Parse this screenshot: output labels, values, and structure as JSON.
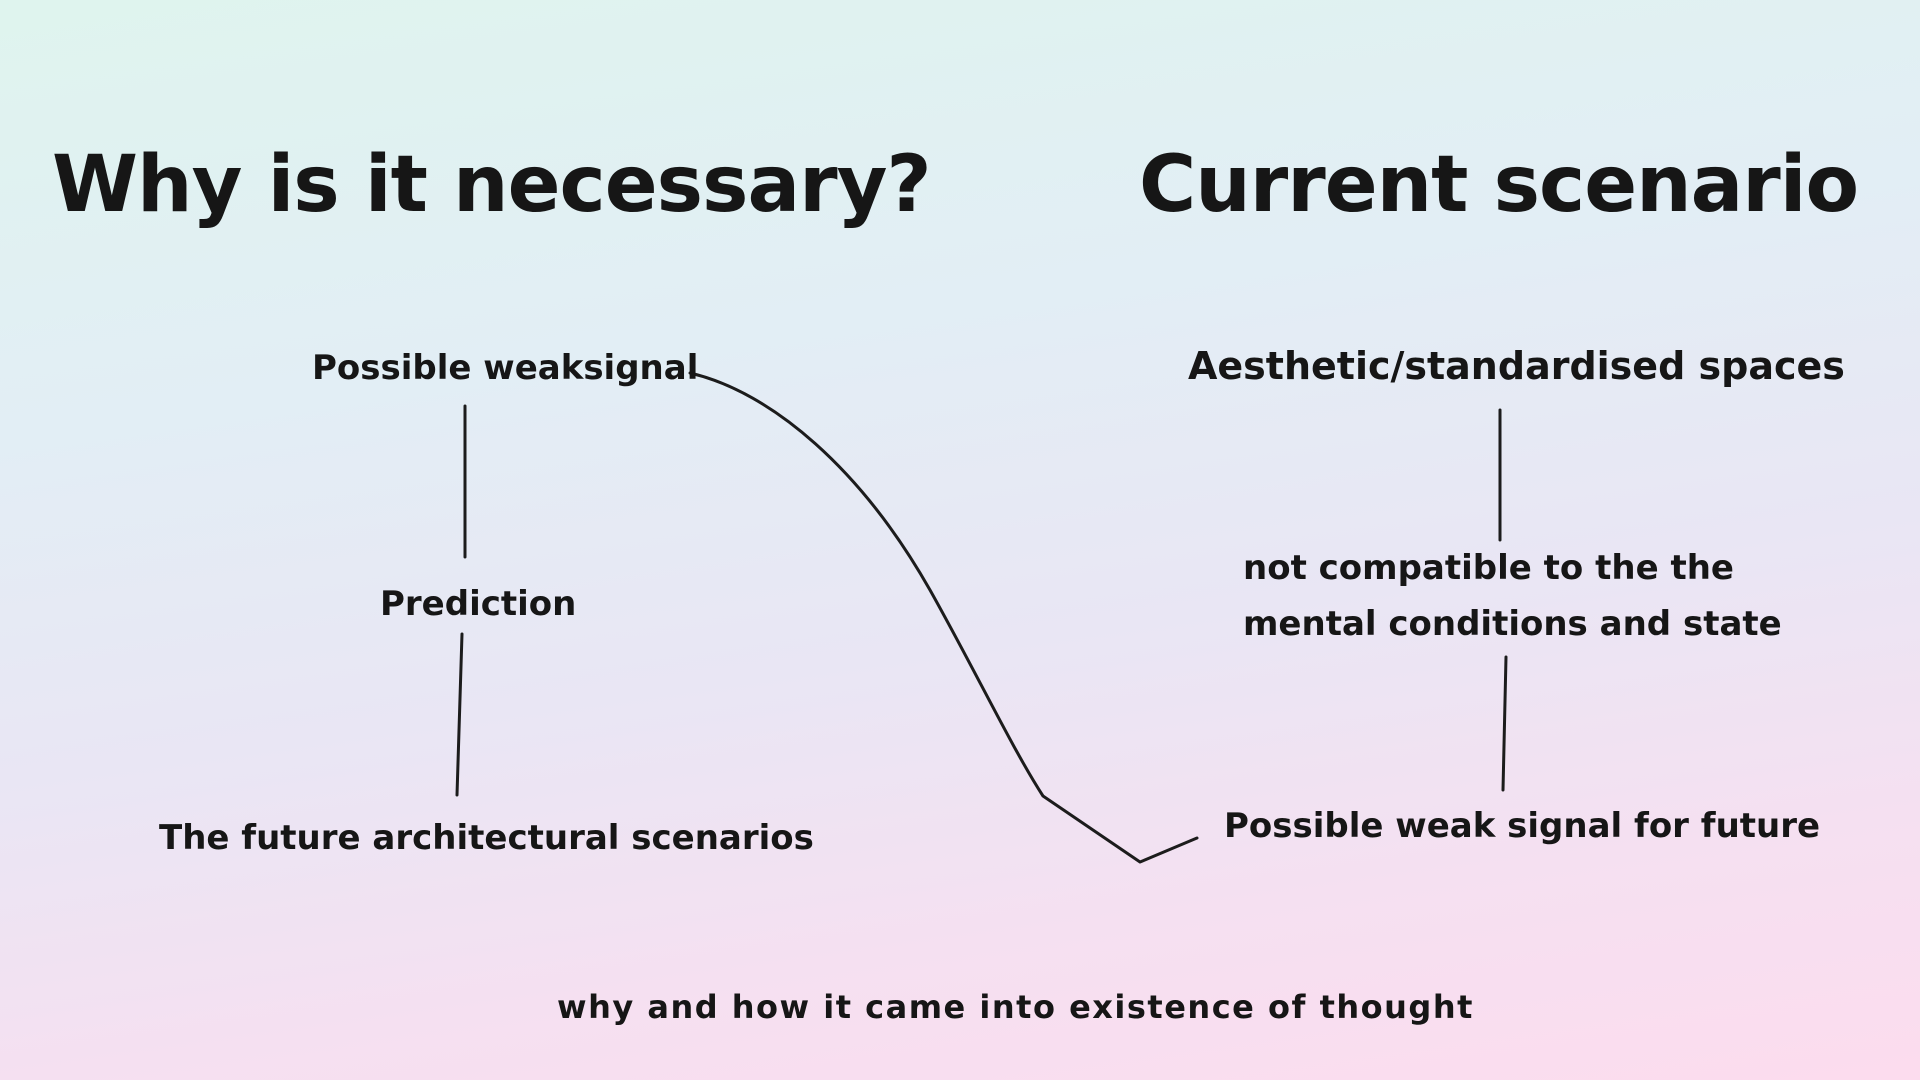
{
  "palette": {
    "background_top": "#dff4ee",
    "background_middle": "#e9e6f4",
    "background_bottom": "#fcdcee",
    "text_color": "#161616",
    "line_color": "#1c1c1c"
  },
  "headings": {
    "left": "Why is it necessary?",
    "right": "Current scenario"
  },
  "left_column": {
    "node1": "Possible weaksignal",
    "node2": "Prediction",
    "node3": "The future architectural scenarios"
  },
  "right_column": {
    "node1": "Aesthetic/standardised spaces",
    "node2_line1": "not compatible to the the",
    "node2_line2": "mental conditions and state",
    "node3": "Possible weak signal for future"
  },
  "footer": {
    "caption": "why and how it came into existence of thought"
  }
}
